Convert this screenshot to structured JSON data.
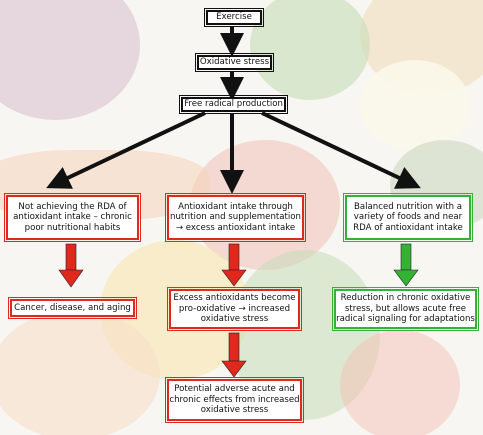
{
  "nodes": {
    "exercise": "Exercise",
    "oxidative_stress": "Oxidative stress",
    "free_radical": "Free radical production",
    "not_achieving_rda": "Not achieving the RDA of antioxidant intake – chronic poor nutritional habits",
    "antioxidant_intake": "Antioxidant intake through nutrition and supplementation → excess antioxidant intake",
    "balanced_nutrition": "Balanced nutrition with a variety of foods and near RDA of antioxidant intake",
    "cancer": "Cancer, disease, and aging",
    "excess_antioxidants": "Excess antioxidants become pro-oxidative → increased oxidative stress",
    "reduction": "Reduction in chronic oxidative stress, but allows acute free radical signaling for adaptations",
    "adverse_effects": "Potential adverse acute and chronic effects from increased oxidative stress"
  },
  "colors": {
    "black_box": "#111111",
    "red_box": "#e0281c",
    "green_box": "#34b233",
    "red_arrow": "#e0281c",
    "green_arrow": "#34b233",
    "black_arrow": "#111111"
  }
}
